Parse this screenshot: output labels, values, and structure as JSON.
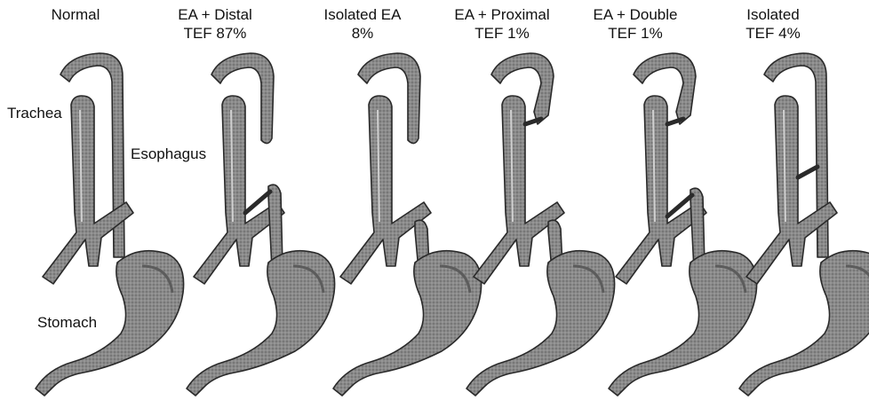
{
  "panels": [
    {
      "line1": "Normal",
      "line2": ""
    },
    {
      "line1": "EA + Distal",
      "line2": "TEF 87%"
    },
    {
      "line1": "Isolated EA",
      "line2": "8%"
    },
    {
      "line1": "EA + Proximal",
      "line2": "TEF 1%"
    },
    {
      "line1": "EA + Double",
      "line2": "TEF 1%"
    },
    {
      "line1": "Isolated",
      "line2": "TEF 4%"
    }
  ],
  "labels": {
    "trachea": "Trachea",
    "esophagus": "Esophagus",
    "stomach": "Stomach"
  },
  "style": {
    "organ_fill": "#8a8a8a",
    "organ_stroke": "#2a2a2a",
    "shade": "#5c5c5c"
  }
}
